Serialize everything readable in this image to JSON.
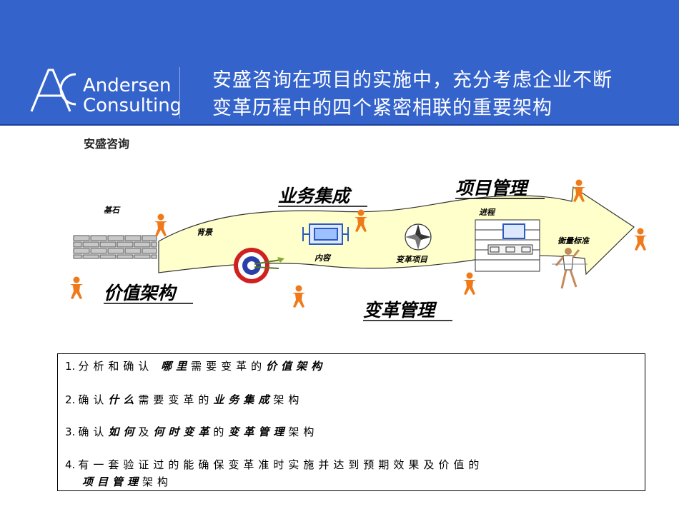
{
  "header": {
    "logo": {
      "line1": "Andersen",
      "line2": "Consulting",
      "mark_text": "AC"
    },
    "title_line1": "安盛咨询在项目的实施中，充分考虑企业不断",
    "title_line2": "变革历程中的四个紧密相联的重要架构"
  },
  "company_label": "安盛咨询",
  "diagram": {
    "frameworks": {
      "value": "价值架构",
      "business": "业务集成",
      "project": "项目管理",
      "change": "变革管理"
    },
    "labels": {
      "foundation": "基石",
      "background": "背景",
      "content": "内容",
      "change_project": "变革项目",
      "progress": "进程",
      "measure": "衡量标准"
    },
    "colors": {
      "arrow_fill": "#ffffcc",
      "person": "#f07a1a",
      "brick": "#c8c8c8",
      "header": "#3563cc"
    }
  },
  "steps": {
    "s1": {
      "num": "1.",
      "a": "分析和确认",
      "b": "哪里",
      "c": "需要变革的",
      "d": "价值架构"
    },
    "s2": {
      "num": "2.",
      "a": "确认",
      "b": "什么",
      "c": "需要变革的",
      "d": "业务集成",
      "e": "架构"
    },
    "s3": {
      "num": "3.",
      "a": "确认",
      "b": "如何",
      "c": "及",
      "d": "何时变革",
      "e": "的",
      "f": "变革管理",
      "g": "架构"
    },
    "s4": {
      "num": "4.",
      "a": "有一套验证过的能确保变革准时实施并达到预期效果及价值的",
      "b": "项目管理",
      "c": "架构"
    }
  }
}
